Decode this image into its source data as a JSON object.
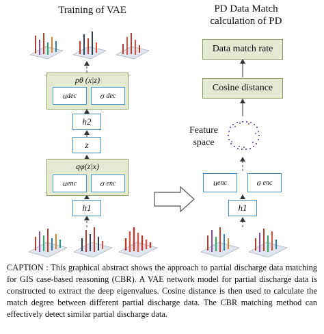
{
  "left_title": "Training of VAE",
  "right_title_line1": "PD Data Match",
  "right_title_line2": "calculation of PD",
  "decoder": {
    "label": "pθ (x|z)",
    "u": "u",
    "u_sub": "dec",
    "sigma": "σ",
    "sigma_sub": "dec"
  },
  "h2": "h2",
  "z": "z",
  "encoder": {
    "label": "qφ(z|x)",
    "u": "u",
    "u_sub": "enc",
    "sigma": "σ",
    "sigma_sub": "enc"
  },
  "h1": "h1",
  "right_enc": {
    "u": "u",
    "u_sub": "enc",
    "sigma": "σ",
    "sigma_sub": "enc"
  },
  "right_h1": "h1",
  "data_match_rate": "Data match rate",
  "cosine_distance": "Cosine distance",
  "feature_space_line1": "Feature",
  "feature_space_line2": "space",
  "caption": "CAPTION : This graphical abstract shows the approach to partial discharge data matching for GIS case-based reasoning (CBR). A VAE network model for partial discharge data is constructed to extract the deep eigenvalues. Cosine distance is then used to calculate the match degree between different partial discharge data. The CBR matching method can effectively detect similar partial discharge data.",
  "colors": {
    "box_border": "#4a90c8",
    "group_fill": "#e4ead2",
    "group_border": "#8a9a5b"
  }
}
